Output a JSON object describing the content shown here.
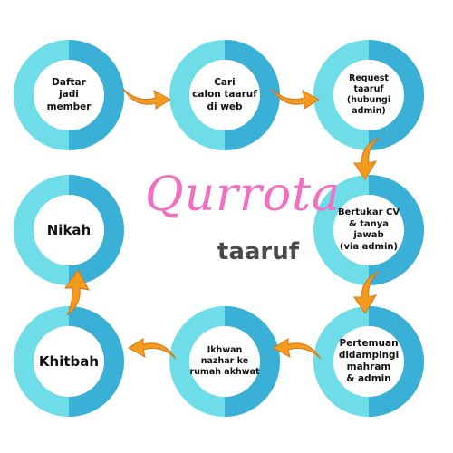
{
  "brand": {
    "script": "Qurrota",
    "sub": "taaruf"
  },
  "steps": [
    {
      "label": "Daftar\njadi\nmember"
    },
    {
      "label": "Cari\ncalon taaruf\ndi web"
    },
    {
      "label": "Request taaruf\n(hubungi admin)"
    },
    {
      "label": "Bertukar CV\n& tanya jawab\n(via admin)"
    },
    {
      "label": "Pertemuan\ndidampingi\nmahram\n& admin"
    },
    {
      "label": "Ikhwan\nnazhar ke\nrumah akhwat"
    },
    {
      "label": "Khitbah"
    },
    {
      "label": "Nikah"
    }
  ],
  "colors": {
    "ring_light": "#6fdde8",
    "ring_dark": "#3ab0d6",
    "arrow": "#f39a1f",
    "arrow_dark": "#d9760d",
    "brand_pink": "#f06fc0"
  }
}
